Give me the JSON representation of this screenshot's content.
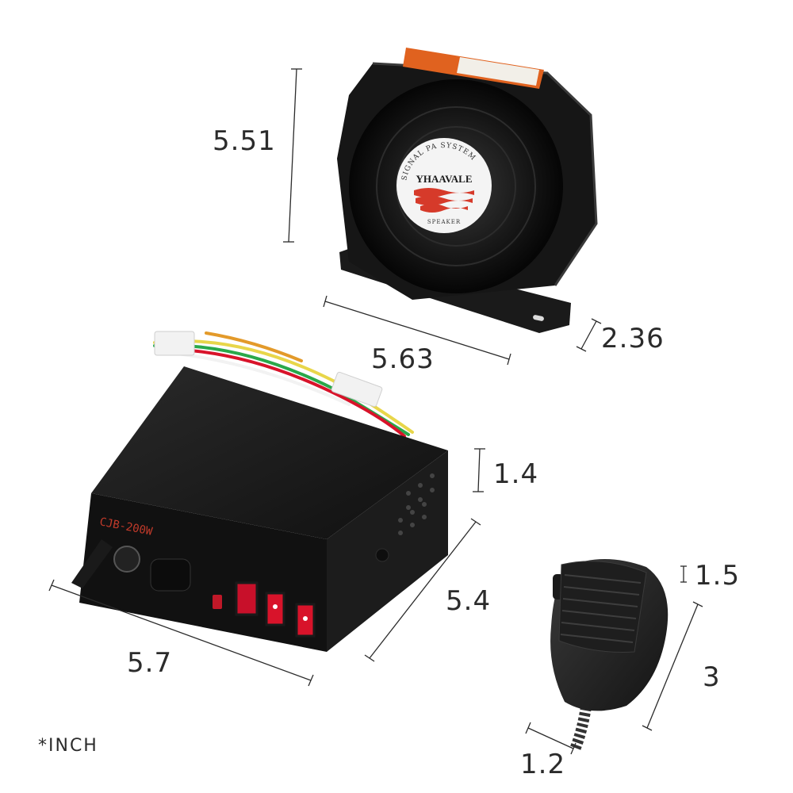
{
  "dimensions": {
    "speaker_height": "5.51",
    "speaker_width": "5.63",
    "speaker_depth": "2.36",
    "controller_height": "1.4",
    "controller_depth": "5.4",
    "controller_width": "5.7",
    "mic_depth": "1.5",
    "mic_height": "3",
    "mic_width": "1.2"
  },
  "unit_note": "*INCH",
  "speaker_label": {
    "top": "SIGNAL PA SYSTEM",
    "brand": "YHAAVALE",
    "bottom": "SPEAKER"
  },
  "controller_label": "CJB-200W",
  "colors": {
    "product_black": "#141414",
    "label_red": "#d63a2a",
    "label_orange": "#e0621f",
    "switch_red": "#d8132a"
  }
}
